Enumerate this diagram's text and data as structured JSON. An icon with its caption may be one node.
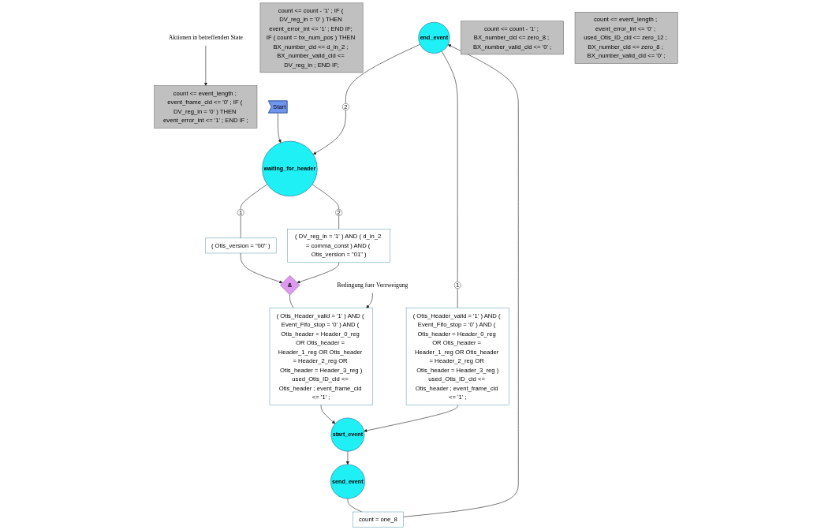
{
  "diagram": {
    "nodes": [
      {
        "text": [
          "count <= event_length ; event_frame_cld <= '0' ; IF ( DV_reg_in = '0' ) THEN event_error_int <= '1' ; END IF ;"
        ]
      },
      {
        "text": [
          "end_event"
        ]
      },
      {
        "text": [
          "count = one_8"
        ]
      },
      {
        "text": [
          "send_event"
        ]
      },
      {
        "text": [
          "count <= count - '1' ; IF ( DV_reg_in = '0' ) THEN event_error_int <= '1' ; END IF; IF ( count = bx_num_pos ) THEN BX_number_cld <= d_in_2 ; BX_number_valid_cld <= DV_reg_in ; END IF;"
        ]
      },
      {
        "text": [
          "1"
        ]
      },
      {
        "text": [
          "( Otis_Header_valid = '1' ) AND ( Event_Fifo_stop = '0' ) AND ( Otis_header = Header_0_reg OR Otis_header = Header_1_reg OR Otis_header = Header_2_reg OR Otis_header = Header_3_reg )",
          "used_Otis_ID_cld <= Otis_header ; event_frame_cld <= '1' ;"
        ]
      },
      {
        "text": [
          "2"
        ]
      },
      {
        "text": [
          "Aktionen in betreffenden State"
        ]
      },
      {
        "text": [
          "start_event"
        ]
      },
      {
        "text": [
          "count <= count - '1' ; BX_number_cld <= zero_8 ; BX_number_valid_cld <= '0' ;"
        ]
      },
      {
        "text": [
          "( Otis_Header_valid = '1' ) AND ( Event_Fifo_stop = '0' ) AND ( Otis_header = Header_0_reg OR Otis_header = Header_1_reg OR Otis_header = Header_2_reg OR Otis_header = Header_3_reg )",
          "used_Otis_ID_cld <= Otis_header ; event_frame_cld <= '1' ;"
        ]
      },
      {
        "text": [
          "1"
        ]
      },
      {
        "text": [
          "( Otis_version = \"00\" )"
        ]
      },
      {
        "text": [
          "waiting_for_header"
        ]
      },
      {
        "text": [
          "&"
        ]
      },
      {
        "text": [
          "2"
        ]
      },
      {
        "text": [
          "( DV_reg_in = '1' ) AND ( d_in_2 = comma_const ) AND ( Otis_version = \"01\" )"
        ]
      },
      {
        "text": [
          "Bedingung fuer Verzweigung"
        ]
      },
      {
        "text": [
          "Start"
        ]
      },
      {
        "text": [
          "count <= event_length ; event_error_int <= '0' ; used_Otis_ID_cld <= zero_12 ; BX_number_cld <= zero_8 ; BX_number_valid_cld <= '0' ;"
        ]
      }
    ],
    "edges": [
      {
        "from": 19,
        "to": 14,
        "arrow": "to"
      },
      {
        "from": 14,
        "to": 12,
        "arrow": "none"
      },
      {
        "from": 12,
        "to": 13,
        "arrow": "none"
      },
      {
        "from": 13,
        "to": 15,
        "arrow": "to"
      },
      {
        "from": 14,
        "to": 16,
        "arrow": "none"
      },
      {
        "from": 16,
        "to": 17,
        "arrow": "none"
      },
      {
        "from": 17,
        "to": 15,
        "arrow": "to"
      },
      {
        "from": 15,
        "to": 11,
        "arrow": "none"
      },
      {
        "from": 11,
        "to": 9,
        "arrow": "to"
      },
      {
        "from": 9,
        "to": 3,
        "arrow": "to"
      },
      {
        "from": 3,
        "to": 2,
        "arrow": "none"
      },
      {
        "from": 2,
        "to": 1,
        "arrow": "to"
      },
      {
        "from": 1,
        "to": 5,
        "arrow": "none"
      },
      {
        "from": 5,
        "to": 6,
        "arrow": "none"
      },
      {
        "from": 6,
        "to": 9,
        "arrow": "to"
      },
      {
        "from": 1,
        "to": 7,
        "arrow": "none"
      },
      {
        "from": 7,
        "to": 14,
        "arrow": "to"
      },
      {
        "from": 8,
        "to": 0,
        "arrow": "to"
      },
      {
        "from": 18,
        "to": 11,
        "arrow": "to"
      }
    ]
  }
}
